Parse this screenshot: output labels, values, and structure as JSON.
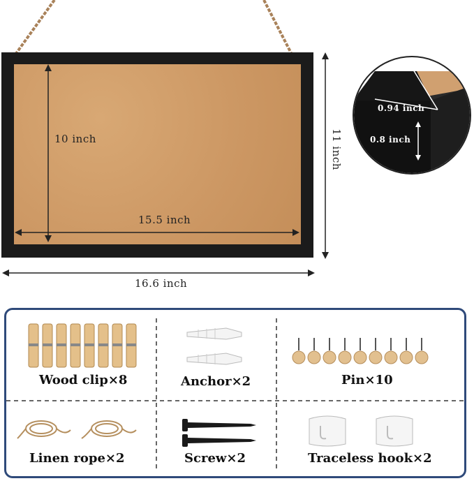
{
  "dimensions": {
    "board_height": "10 inch",
    "board_width": "15.5 inch",
    "frame_width": "16.6 inch",
    "frame_height": "11 inch",
    "frame_face_width": "0.94 inch",
    "frame_depth": "0.8 inch"
  },
  "accessories": [
    {
      "label": "Wood clip×8"
    },
    {
      "label": "Anchor×2"
    },
    {
      "label": "Pin×10"
    },
    {
      "label": "Linen rope×2"
    },
    {
      "label": "Screw×2"
    },
    {
      "label": "Traceless hook×2"
    }
  ],
  "colors": {
    "cork": "#d3a06c",
    "frame": "#1b1b1b",
    "panel_border": "#2f4a7a"
  }
}
